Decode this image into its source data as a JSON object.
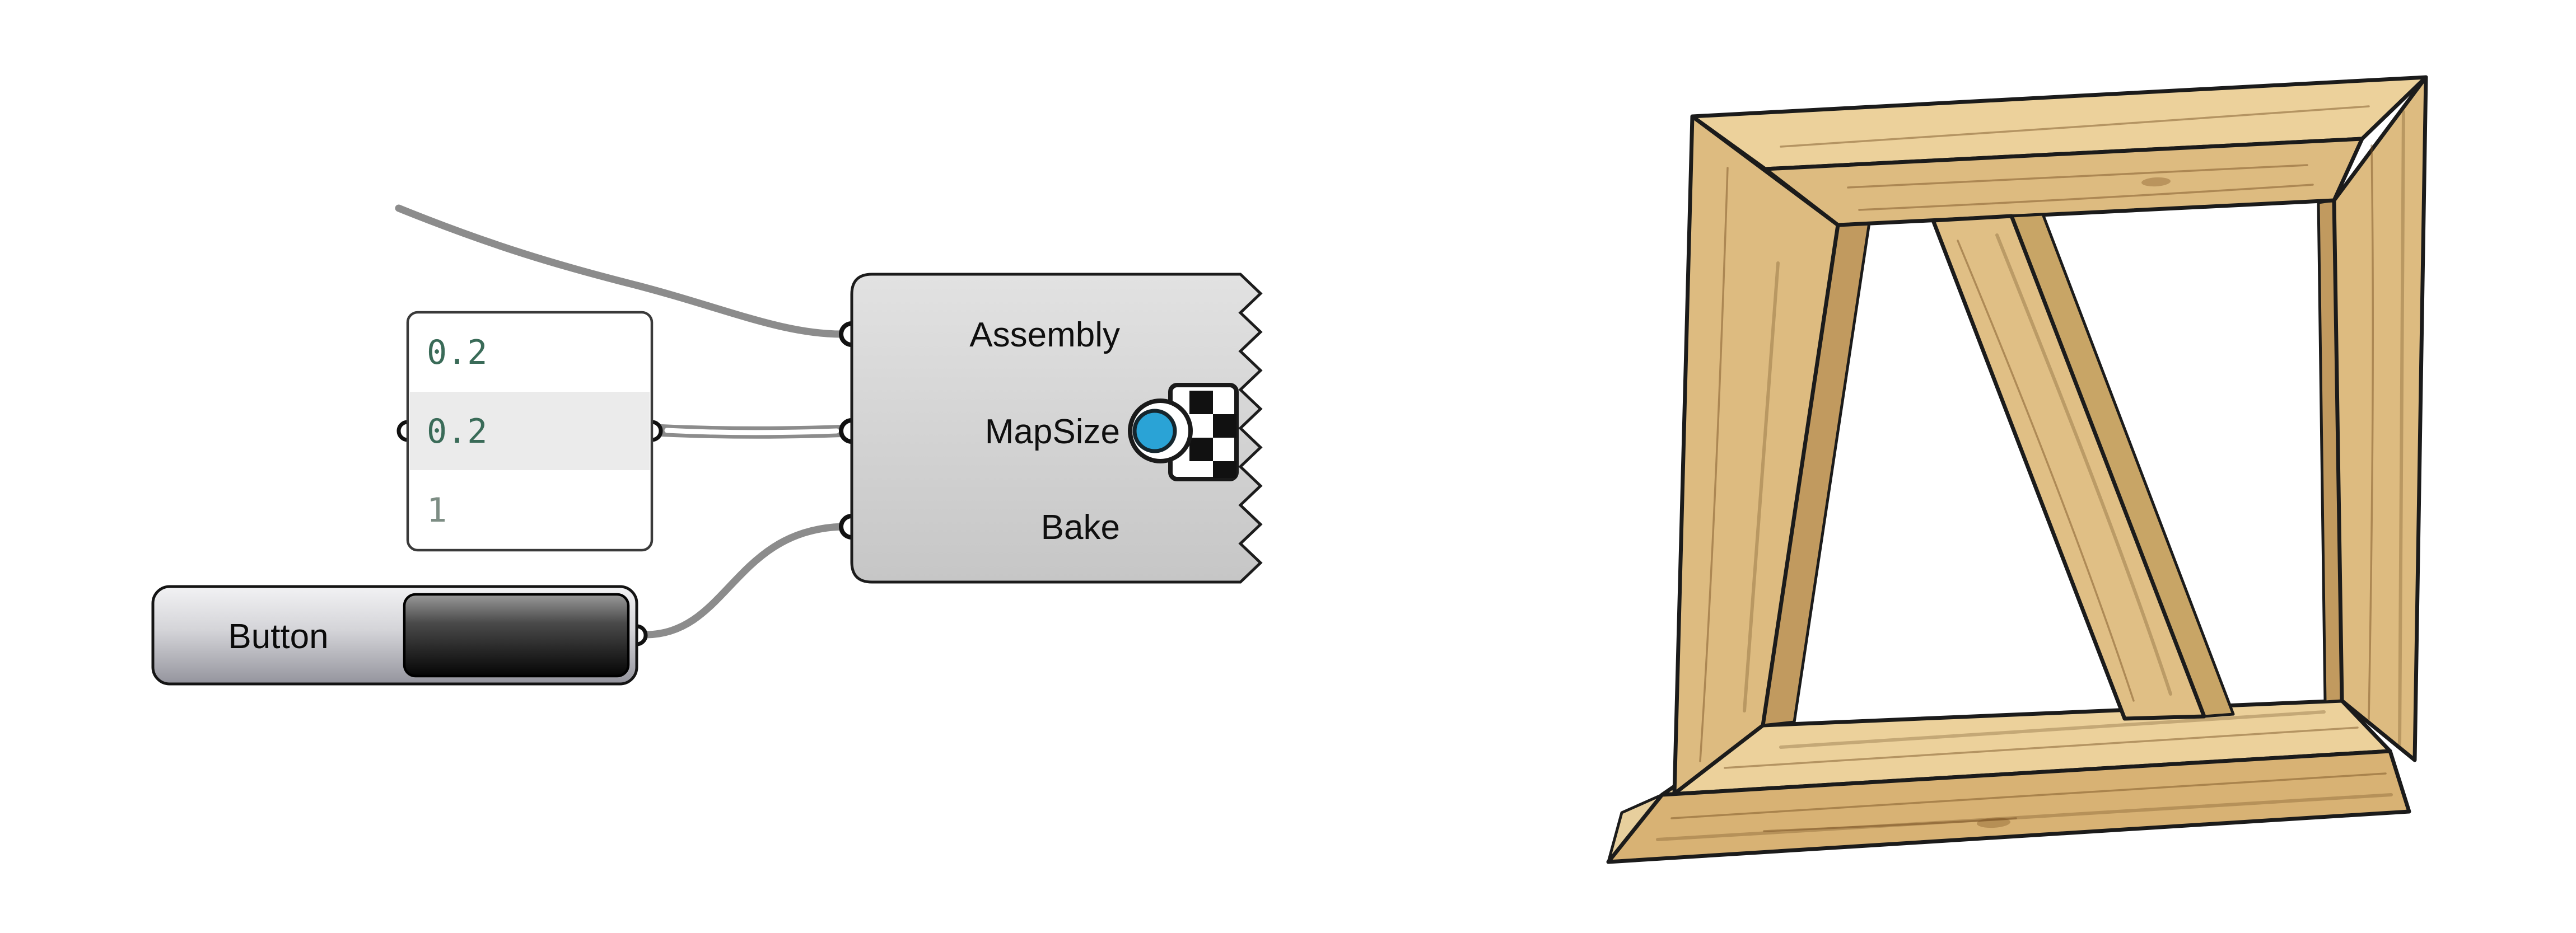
{
  "node_editor": {
    "panel": {
      "values": [
        "0.2",
        "0.2",
        "1"
      ],
      "text_color": "#3a6b58"
    },
    "button": {
      "label": "Button"
    },
    "component": {
      "inputs": [
        {
          "label": "Assembly"
        },
        {
          "label": "MapSize"
        },
        {
          "label": "Bake"
        }
      ],
      "icon": "bake-texture-icon",
      "icon_accent_blue": "#2aa3d6"
    },
    "wire_color": "#8c8c8c"
  },
  "render_preview": {
    "subject": "wooden-frame-with-diagonal-brace",
    "wood_light": "#ecd19b",
    "wood_mid": "#ddbb80",
    "wood_dark": "#c19a5f",
    "outline": "#1b1b1b"
  }
}
